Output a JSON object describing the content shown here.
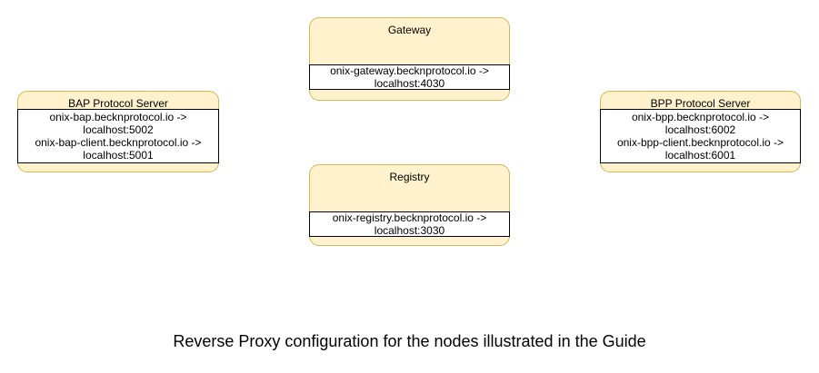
{
  "colors": {
    "node_fill": "#FFF2CC",
    "node_border": "#D6B656",
    "item_fill": "#FFFFFF",
    "item_border": "#000000",
    "text": "#000000",
    "background": "#FFFFFF"
  },
  "caption": "Reverse Proxy configuration for the nodes illustrated in the Guide",
  "nodes": [
    {
      "id": "gateway",
      "title": "Gateway",
      "lines": [
        "onix-gateway.becknprotocol.io ->",
        "localhost:4030"
      ]
    },
    {
      "id": "bap-protocol-server",
      "title": "BAP Protocol Server",
      "lines": [
        "onix-bap.becknprotocol.io ->",
        "localhost:5002",
        "onix-bap-client.becknprotocol.io ->",
        "localhost:5001"
      ]
    },
    {
      "id": "bpp-protocol-server",
      "title": "BPP Protocol Server",
      "lines": [
        "onix-bpp.becknprotocol.io ->",
        "localhost:6002",
        "onix-bpp-client.becknprotocol.io ->",
        "localhost:6001"
      ]
    },
    {
      "id": "registry",
      "title": "Registry",
      "lines": [
        "onix-registry.becknprotocol.io ->",
        "localhost:3030"
      ]
    }
  ]
}
